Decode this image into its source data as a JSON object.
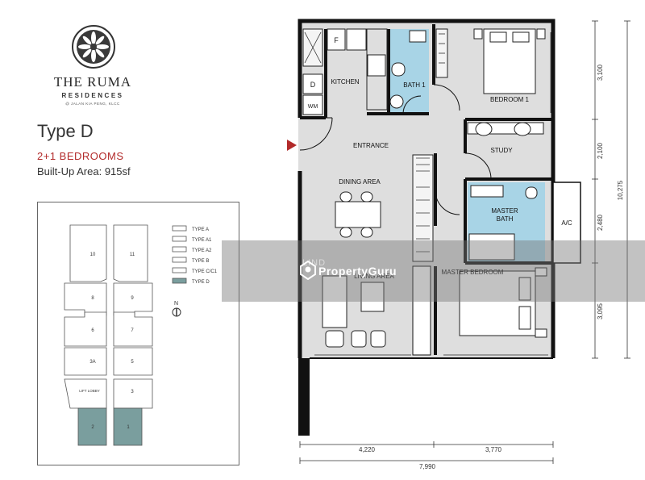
{
  "brand": {
    "name": "THE RUMA",
    "subtitle": "RESIDENCES",
    "address": "@ JALAN KIA PENG, KLCC"
  },
  "unit": {
    "type_title": "Type D",
    "bedrooms": "2+1 BEDROOMS",
    "built_up": "Built-Up Area: 915sf"
  },
  "key_plan": {
    "legend": [
      "TYPE A",
      "TYPE A1",
      "TYPE A2",
      "TYPE B",
      "TYPE C/C1",
      "TYPE D"
    ],
    "units": [
      "10",
      "11",
      "8",
      "9",
      "6",
      "7",
      "3A",
      "5",
      "LIFT LOBBY",
      "3",
      "2",
      "1"
    ],
    "north": "N",
    "highlight_color": "#7a9e9e"
  },
  "rooms": {
    "kitchen": "KITCHEN",
    "bath1": "BATH 1",
    "bedroom1": "BEDROOM 1",
    "entrance": "ENTRANCE",
    "study": "STUDY",
    "dining": "DINING AREA",
    "master_bath_1": "MASTER",
    "master_bath_2": "BATH",
    "ac": "A/C",
    "living": "LIVING AREA",
    "master_bedroom": "MASTER BEDROOM"
  },
  "fixtures": {
    "fridge": "F",
    "dryer": "D",
    "washer": "WM"
  },
  "dimensions": {
    "right": [
      "3,100",
      "2,100",
      "2,480",
      "3,095"
    ],
    "total_height": "10,275",
    "bottom": [
      "4,220",
      "3,770"
    ],
    "total_width": "7,990"
  },
  "watermark": {
    "brand": "PropertyGuru",
    "faint": "LIND"
  },
  "colors": {
    "bath_fill": "#a8d4e6",
    "wall": "#111111",
    "floor": "#dedede",
    "entrance_arrow": "#b22a2a"
  }
}
